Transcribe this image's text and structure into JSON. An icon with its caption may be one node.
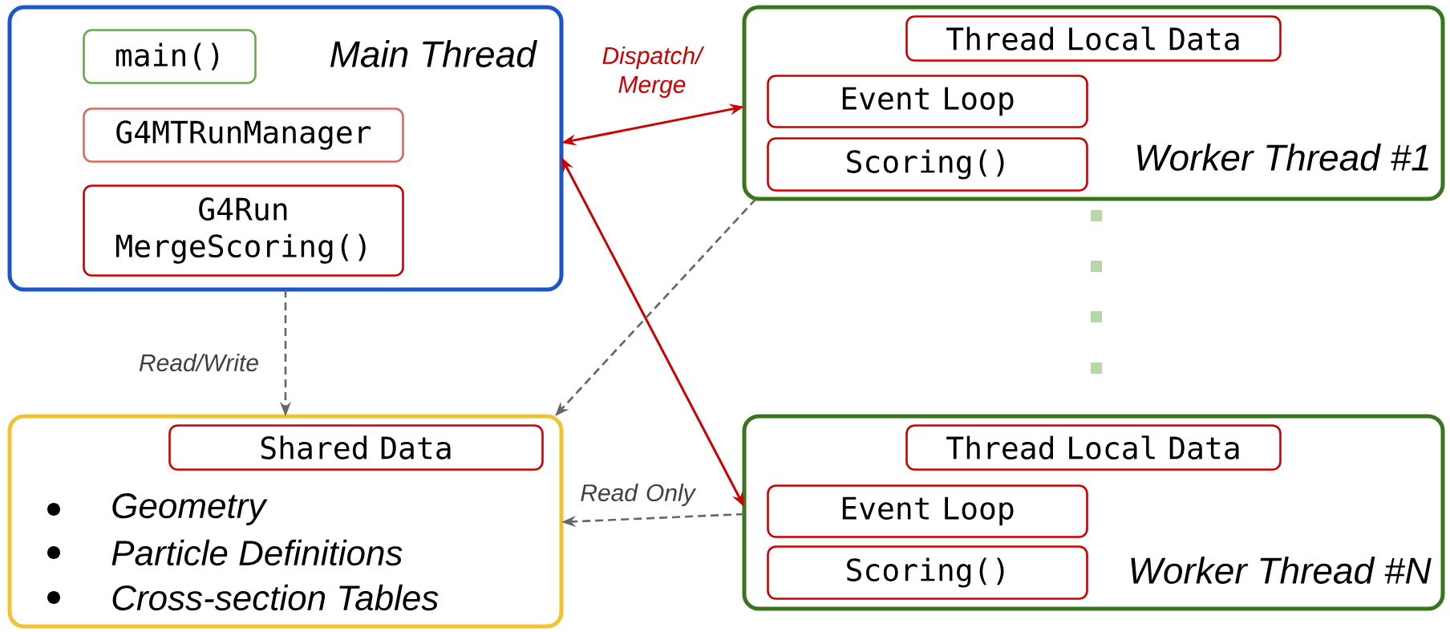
{
  "diagram": {
    "nodes": [
      {
        "text": [
          "Main Thread"
        ]
      },
      {
        "text": [
          "main()"
        ],
        "in": 0
      },
      {
        "text": [
          "G4MTRunManager"
        ],
        "in": 0
      },
      {
        "text": [
          "G4Run MergeScoring()"
        ],
        "in": 0
      },
      {
        "text": [
          "Worker Thread #1"
        ]
      },
      {
        "text": [
          "Thread Local Data"
        ],
        "in": 4
      },
      {
        "text": [
          "Event Loop"
        ],
        "in": 4
      },
      {
        "text": [
          "Scoring()"
        ],
        "in": 4
      },
      {
        "text": [
          "Geometry",
          "Particle Definitions",
          "Cross-section Tables"
        ]
      },
      {
        "text": [
          "Shared Data"
        ],
        "in": 8
      },
      {
        "text": [
          "Worker Thread #N"
        ]
      },
      {
        "text": [
          "Thread Local Data"
        ],
        "in": 10
      },
      {
        "text": [
          "Event Loop"
        ],
        "in": 10
      },
      {
        "text": [
          "Scoring()"
        ],
        "in": 10
      }
    ],
    "edges": [
      {
        "from": 0,
        "to": 4,
        "arrow": "both",
        "label": "Dispatch/ Merge",
        "color": "#cc0000"
      },
      {
        "from": 0,
        "to": 10,
        "arrow": "both",
        "color": "#cc0000"
      },
      {
        "from": 0,
        "to": 8,
        "arrow": "to",
        "label": "Read/Write",
        "style": "dashed"
      },
      {
        "from": 4,
        "to": 8,
        "arrow": "to",
        "style": "dashed"
      },
      {
        "from": 10,
        "to": 8,
        "arrow": "to",
        "label": "Read Only",
        "style": "dashed"
      }
    ]
  }
}
